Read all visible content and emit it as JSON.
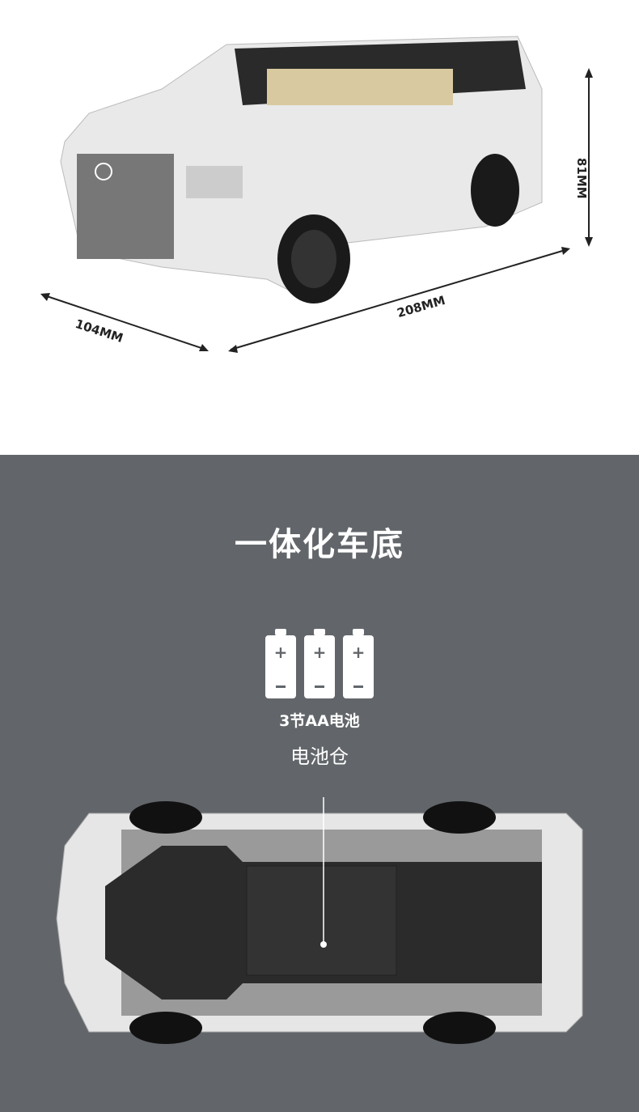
{
  "dimensions": {
    "length": "208MM",
    "width": "104MM",
    "height": "81MM"
  },
  "section": {
    "title": "一体化车底",
    "battery_spec": "3节AA电池",
    "battery_label": "电池仓",
    "battery_count": 3
  },
  "colors": {
    "panel_bg": "#62666a",
    "accent": "#ffffff"
  }
}
